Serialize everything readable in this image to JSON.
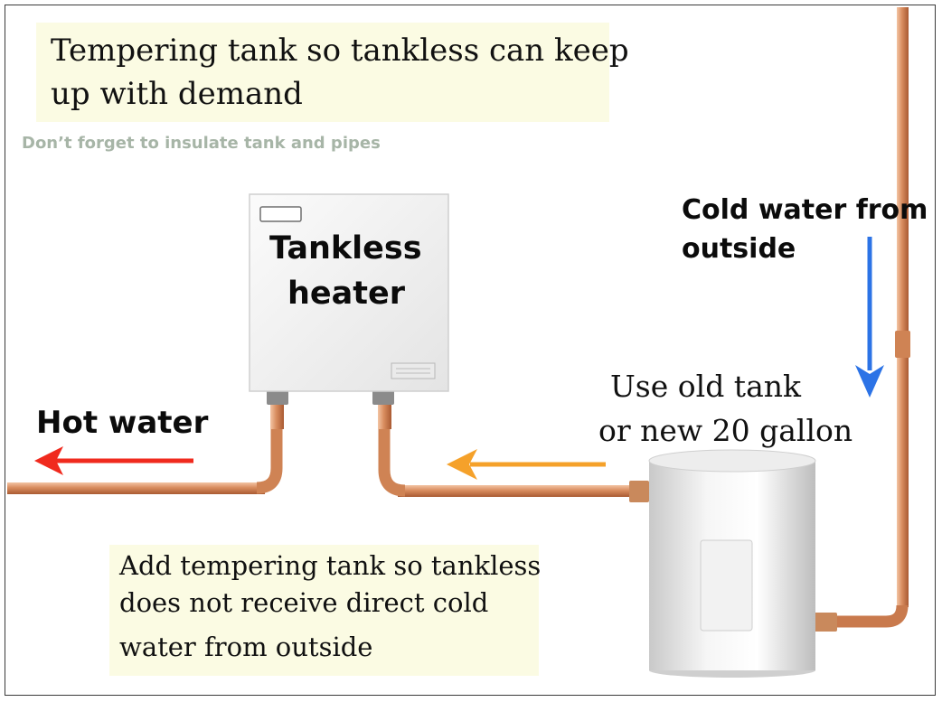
{
  "title": {
    "line1": "Tempering tank so tankless can keep",
    "line2": "up with demand"
  },
  "insulate_note": "Don’t forget to insulate tank and pipes",
  "heater": {
    "label_line1": "Tankless",
    "label_line2": "heater"
  },
  "cold_water": {
    "label_line1": "Cold water from",
    "label_line2": "outside"
  },
  "hot_water": {
    "label": "Hot water"
  },
  "tank": {
    "label_line1": "Use old tank",
    "label_line2": "or new 20 gallon"
  },
  "tempering_note": {
    "line1": "Add tempering tank so tankless",
    "line2": "does not receive direct cold",
    "line3": "water from outside"
  },
  "colors": {
    "hot_arrow": "#f02a1e",
    "tempered_arrow": "#f5a12a",
    "cold_arrow": "#2c73e6",
    "pipe": "#d4875a",
    "note_background": "#fbfbe3"
  }
}
